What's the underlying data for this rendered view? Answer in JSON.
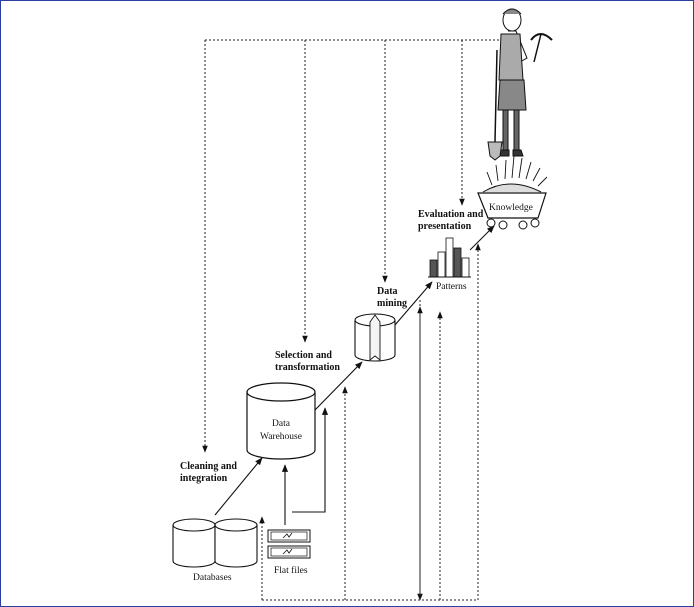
{
  "diagram": {
    "stage_labels": {
      "cleaning_line1": "Cleaning and",
      "cleaning_line2": "integration",
      "selection_line1": "Selection and",
      "selection_line2": "transformation",
      "mining_line1": "Data",
      "mining_line2": "mining",
      "evaluation_line1": "Evaluation and",
      "evaluation_line2": "presentation"
    },
    "node_labels": {
      "databases": "Databases",
      "flat_files": "Flat files",
      "warehouse_line1": "Data",
      "warehouse_line2": "Warehouse",
      "patterns": "Patterns",
      "knowledge": "Knowledge"
    }
  }
}
